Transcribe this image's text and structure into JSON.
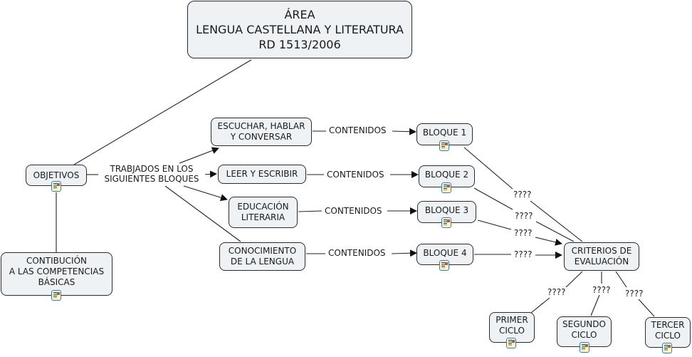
{
  "nodes": {
    "area": "ÁREA\nLENGUA CASTELLANA Y LITERATURA\nRD 1513/2006",
    "objetivos": "OBJETIVOS",
    "contribucion": "CONTIBUCIÓN\nA LAS COMPETENCIAS\nBÁSICAS",
    "escuchar": "ESCUCHAR, HABLAR\nY CONVERSAR",
    "leer": "LEER Y ESCRIBIR",
    "educacion": "EDUCACIÓN\nLITERARIA",
    "conocimiento": "CONOCIMIENTO\nDE LA LENGUA",
    "bloque1": "BLOQUE 1",
    "bloque2": "BLOQUE 2",
    "bloque3": "BLOQUE 3",
    "bloque4": "BLOQUE 4",
    "criterios": "CRITERIOS DE\nEVALUACIÓN",
    "primer": "PRIMER\nCICLO",
    "segundo": "SEGUNDO\nCICLO",
    "tercer": "TERCER\nCICLO"
  },
  "link_labels": {
    "trabajados": "TRABJADOS EN LOS\nSIGUIENTES BLOQUES",
    "contenidos1": "CONTENIDOS",
    "contenidos2": "CONTENIDOS",
    "contenidos3": "CONTENIDOS",
    "contenidos4": "CONTENIDOS",
    "q_b1": "????",
    "q_b2": "????",
    "q_b3": "????",
    "q_b4": "????",
    "q_primer": "????",
    "q_segundo": "????",
    "q_tercer": "????"
  },
  "resource_icon": "attached-document-icon",
  "colors": {
    "node_fill": "#eef2f5",
    "node_border": "#2b2b2b",
    "resource_border": "#3a78c8"
  }
}
